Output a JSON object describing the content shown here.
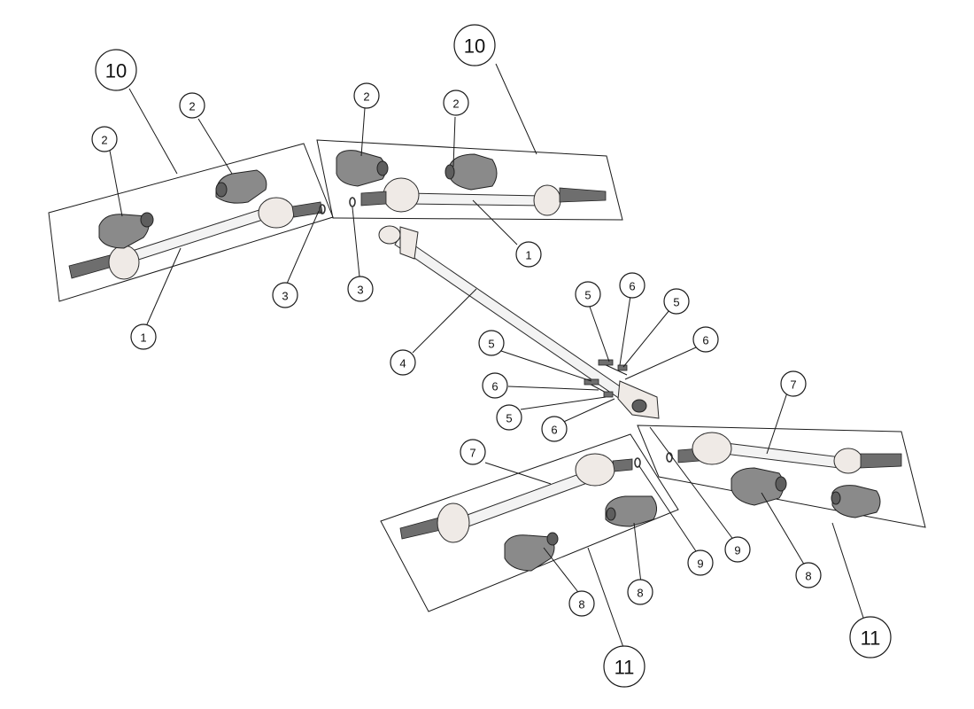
{
  "callouts": [
    {
      "id": "c10a",
      "label": "10"
    },
    {
      "id": "c10b",
      "label": "10"
    },
    {
      "id": "c2a",
      "label": "2"
    },
    {
      "id": "c2b",
      "label": "2"
    },
    {
      "id": "c2c",
      "label": "2"
    },
    {
      "id": "c2d",
      "label": "2"
    },
    {
      "id": "c1a",
      "label": "1"
    },
    {
      "id": "c1b",
      "label": "1"
    },
    {
      "id": "c3a",
      "label": "3"
    },
    {
      "id": "c3b",
      "label": "3"
    },
    {
      "id": "c4",
      "label": "4"
    },
    {
      "id": "c5a",
      "label": "5"
    },
    {
      "id": "c5b",
      "label": "5"
    },
    {
      "id": "c5c",
      "label": "5"
    },
    {
      "id": "c5d",
      "label": "5"
    },
    {
      "id": "c6a",
      "label": "6"
    },
    {
      "id": "c6b",
      "label": "6"
    },
    {
      "id": "c6c",
      "label": "6"
    },
    {
      "id": "c6d",
      "label": "6"
    },
    {
      "id": "c7a",
      "label": "7"
    },
    {
      "id": "c7b",
      "label": "7"
    },
    {
      "id": "c8a",
      "label": "8"
    },
    {
      "id": "c8b",
      "label": "8"
    },
    {
      "id": "c8c",
      "label": "8"
    },
    {
      "id": "c9a",
      "label": "9"
    },
    {
      "id": "c9b",
      "label": "9"
    },
    {
      "id": "c11a",
      "label": "11"
    },
    {
      "id": "c11b",
      "label": "11"
    }
  ]
}
